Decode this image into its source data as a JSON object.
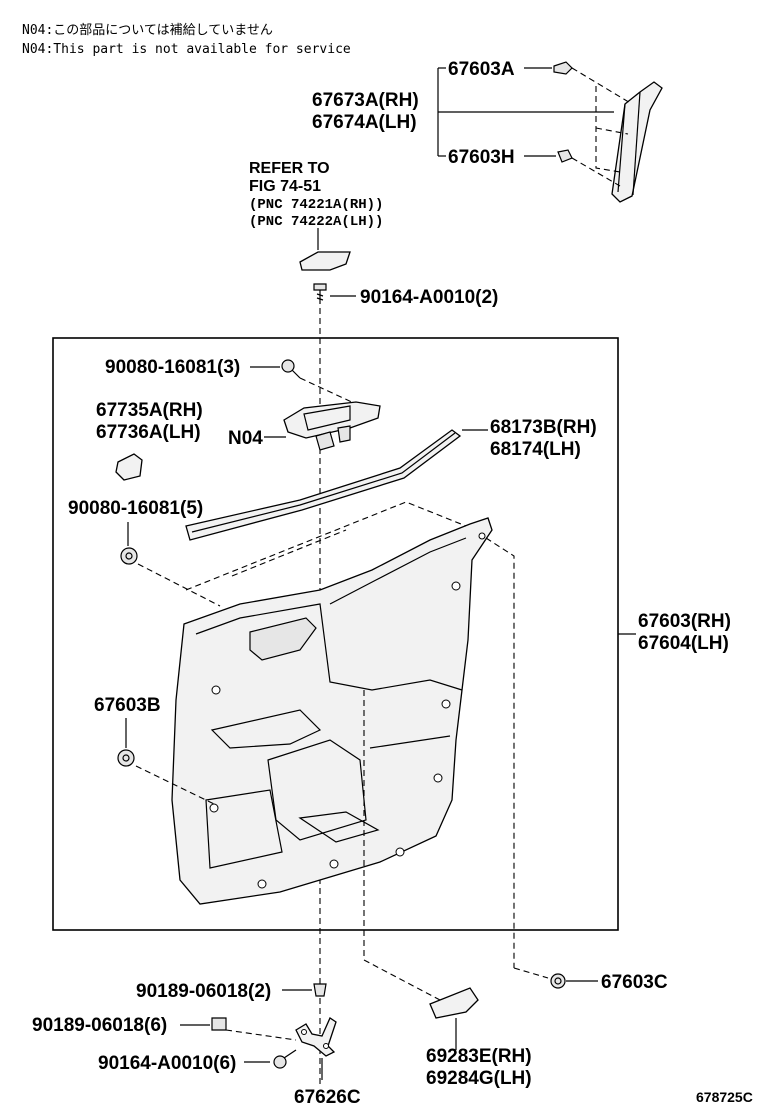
{
  "notes": {
    "line1": "N04:この部品については補給していません",
    "line2": "N04:This part is not available for service"
  },
  "refer": {
    "line1": "REFER TO",
    "line2": "FIG 74-51",
    "line3": "(PNC 74221A(RH))",
    "line4": "(PNC 74222A(LH))"
  },
  "labels": {
    "p67603A": "67603A",
    "p67673A": "67673A(RH)",
    "p67674A": "67674A(LH)",
    "p67603H": "67603H",
    "p90164a": "90164-A0010(2)",
    "p90080a": "90080-16081(3)",
    "p67735A": "67735A(RH)",
    "p67736A": "67736A(LH)",
    "n04": "N04",
    "p68173B": "68173B(RH)",
    "p68174": "68174(LH)",
    "p90080b": "90080-16081(5)",
    "p67603": "67603(RH)",
    "p67604": "67604(LH)",
    "p67603B": "67603B",
    "p90189a": "90189-06018(2)",
    "p67603C": "67603C",
    "p90189b": "90189-06018(6)",
    "p69283E": "69283E(RH)",
    "p69284G": "69284G(LH)",
    "p90164b": "90164-A0010(6)",
    "p67626C": "67626C"
  },
  "figure_code": "678725C"
}
